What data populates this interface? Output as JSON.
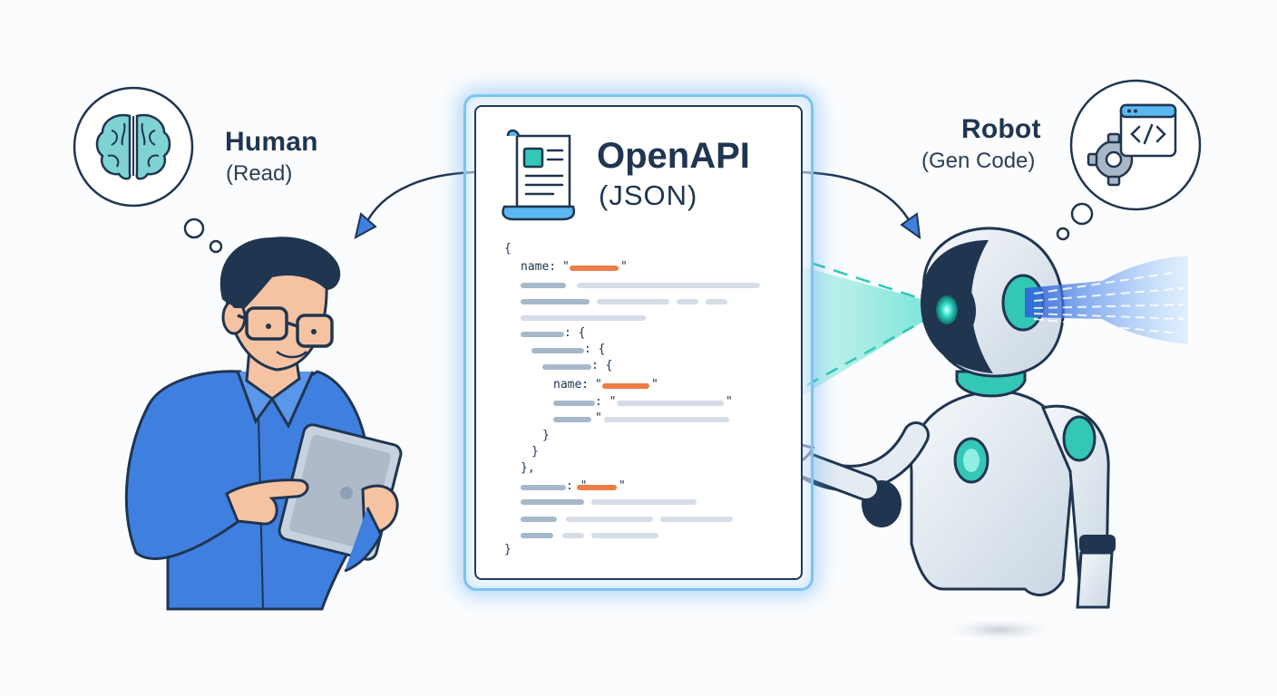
{
  "human": {
    "title": "Human",
    "subtitle": "(Read)"
  },
  "robot": {
    "title": "Robot",
    "subtitle": "(Gen Code)"
  },
  "document": {
    "title": "OpenAPI",
    "subtitle": "(JSON)",
    "code": {
      "open_brace": "{",
      "close_brace": "}",
      "name_key": "name:",
      "quote": "\"",
      "colon_brace": ": {",
      "colon_quote": ": \"",
      "inner_close": "}",
      "array_close": "},"
    }
  },
  "colors": {
    "navy": "#1f3550",
    "brain": "#7fd3d2",
    "teal_glow": "#38d6c4",
    "blue_shirt": "#3f7fe0",
    "accent_orange": "#ee7d45",
    "doc_glow": "#7cc3f5"
  },
  "icons": [
    "brain-icon",
    "document-scroll-icon",
    "gear-code-icon",
    "arrow-left-icon",
    "arrow-right-icon"
  ]
}
